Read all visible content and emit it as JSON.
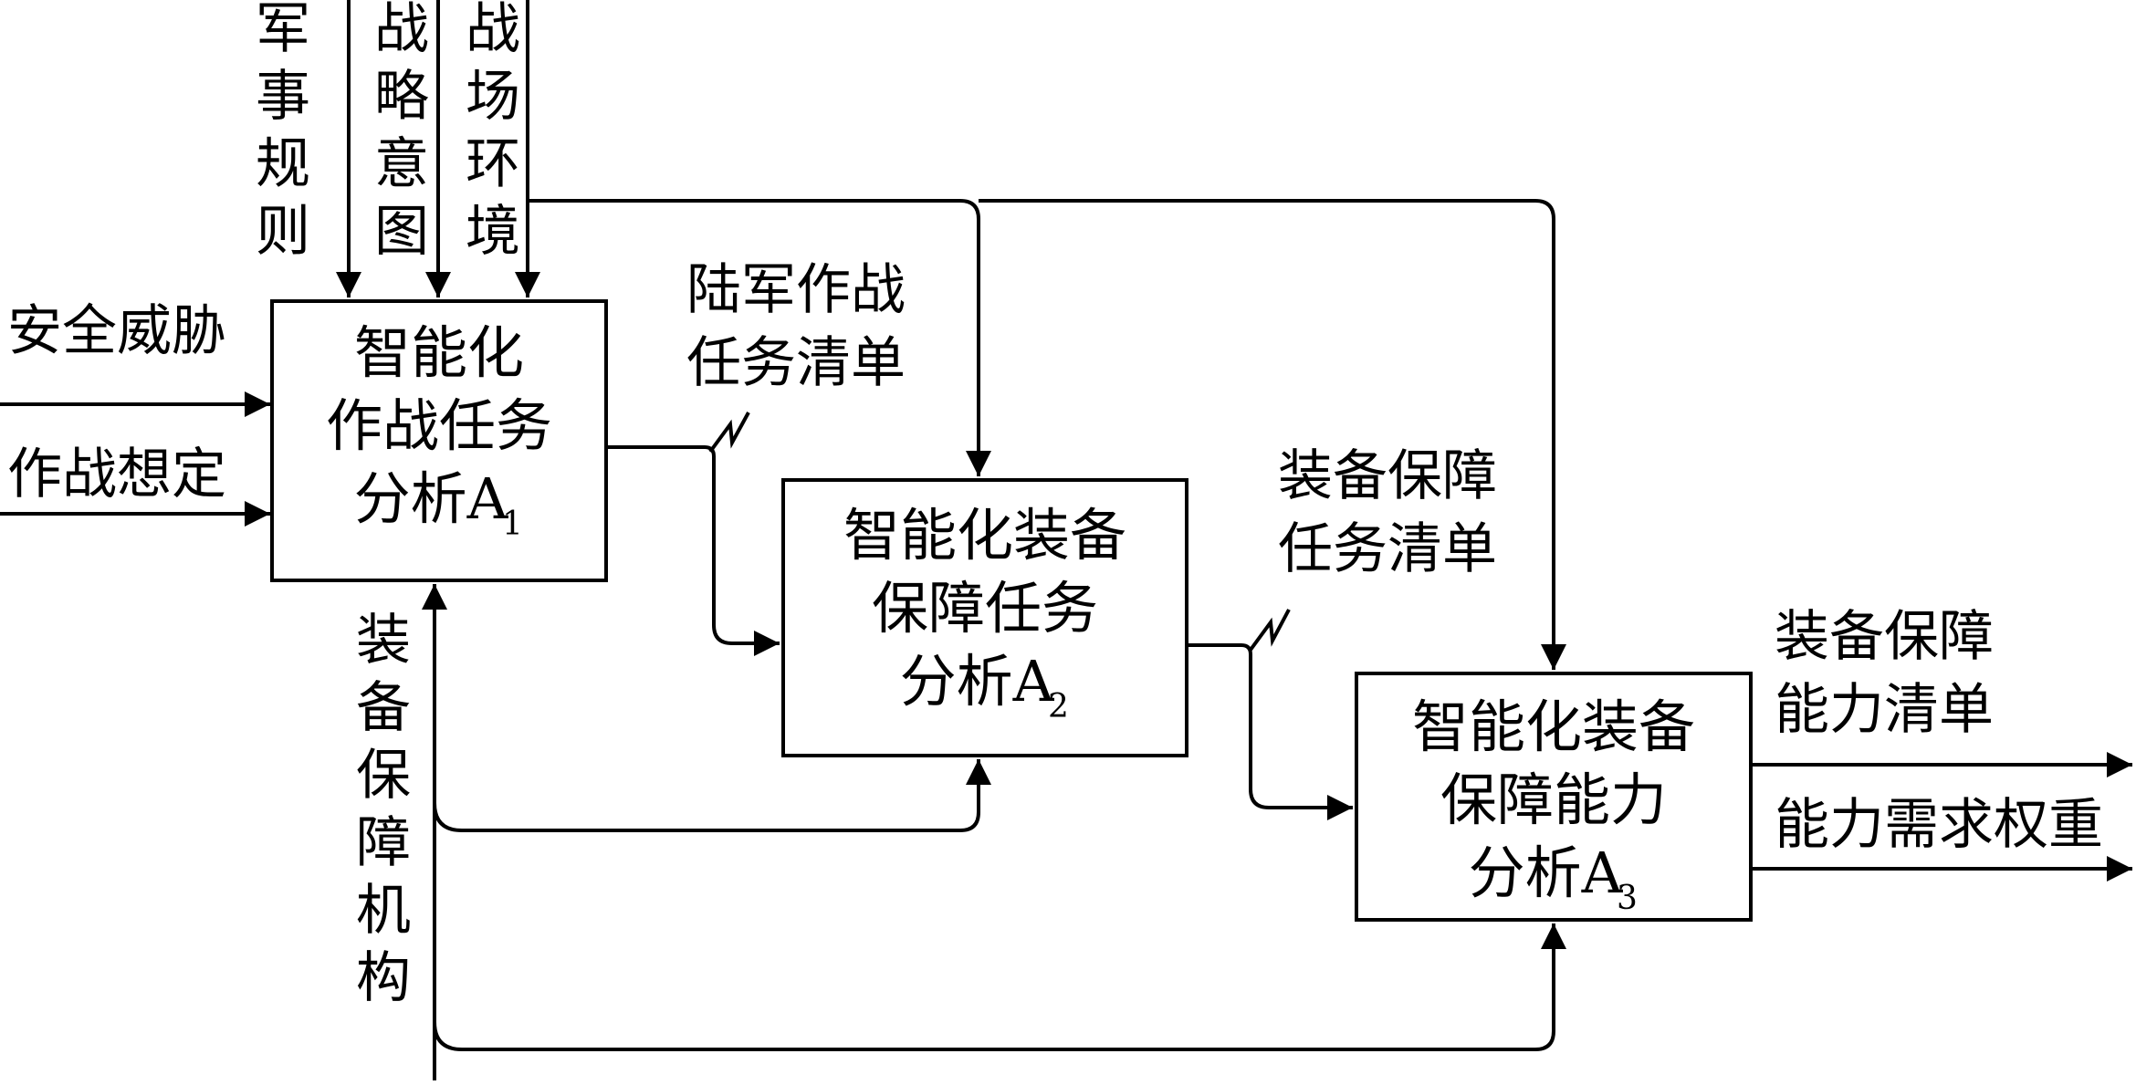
{
  "inputs": {
    "security_threat": "安全威胁",
    "combat_assumption": "作战想定"
  },
  "controls": {
    "military_rules": [
      "军",
      "事",
      "规",
      "则"
    ],
    "strategic_intent": [
      "战",
      "略",
      "意",
      "图"
    ],
    "battlefield_env": [
      "战",
      "场",
      "环",
      "境"
    ]
  },
  "mechanism": {
    "label": [
      "装",
      "备",
      "保",
      "障",
      "机",
      "构"
    ]
  },
  "boxes": {
    "a1": {
      "lines": [
        "智能化",
        "作战任务",
        "分析A"
      ],
      "sub": "1"
    },
    "a2": {
      "lines": [
        "智能化装备",
        "保障任务",
        "分析A"
      ],
      "sub": "2"
    },
    "a3": {
      "lines": [
        "智能化装备",
        "保障能力",
        "分析A"
      ],
      "sub": "3"
    }
  },
  "flows": {
    "army_task_list": [
      "陆军作战",
      "任务清单"
    ],
    "support_task_list": [
      "装备保障",
      "任务清单"
    ]
  },
  "outputs": {
    "capability_list": [
      "装备保障",
      "能力清单"
    ],
    "weight": "能力需求权重"
  }
}
